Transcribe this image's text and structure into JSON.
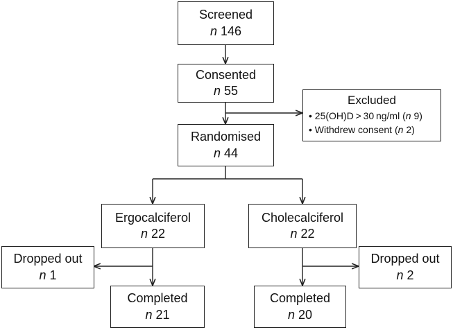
{
  "nodes": {
    "screened": {
      "label": "Screened",
      "n_prefix": "n",
      "n_value": "146"
    },
    "consented": {
      "label": "Consented",
      "n_prefix": "n",
      "n_value": "55"
    },
    "excluded": {
      "label": "Excluded",
      "items": [
        {
          "bullet": "•",
          "text": "25(OH)D > 30 ng/ml (",
          "n_prefix": "n",
          "n_value": "9",
          "suffix": ")"
        },
        {
          "bullet": "•",
          "text": "Withdrew consent (",
          "n_prefix": "n",
          "n_value": "2",
          "suffix": ")"
        }
      ]
    },
    "randomised": {
      "label": "Randomised",
      "n_prefix": "n",
      "n_value": "44"
    },
    "ergocalciferol": {
      "label": "Ergocalciferol",
      "n_prefix": "n",
      "n_value": "22"
    },
    "cholecalciferol": {
      "label": "Cholecalciferol",
      "n_prefix": "n",
      "n_value": "22"
    },
    "dropped_left": {
      "label": "Dropped out",
      "n_prefix": "n",
      "n_value": "1"
    },
    "dropped_right": {
      "label": "Dropped out",
      "n_prefix": "n",
      "n_value": "2"
    },
    "completed_left": {
      "label": "Completed",
      "n_prefix": "n",
      "n_value": "21"
    },
    "completed_right": {
      "label": "Completed",
      "n_prefix": "n",
      "n_value": "20"
    }
  },
  "colors": {
    "line": "#222222",
    "box_border": "#222222",
    "text": "#111111"
  }
}
